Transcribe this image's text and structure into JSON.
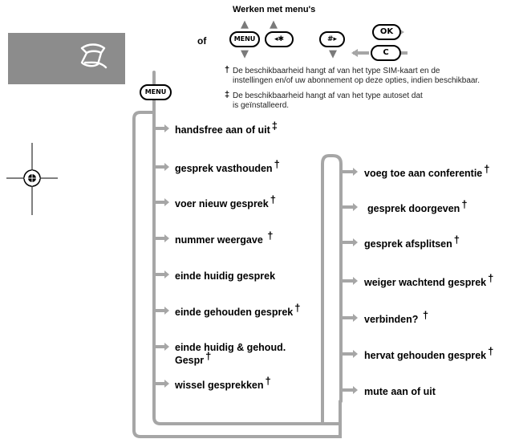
{
  "header": {
    "title": "Werken met menu's",
    "or_word": "of"
  },
  "keys": {
    "menu": "MENU",
    "star": "◂✱",
    "hash": "#▸",
    "ok": "OK",
    "c": "C",
    "menu_main": "MENU"
  },
  "notes": {
    "dagger_symbol": "†",
    "dagger_line1": "De beschikbaarheid hangt af van het type SIM-kaart en de",
    "dagger_line2": "instellingen en/of uw abonnement op deze opties, indien beschikbaar.",
    "ddagger_symbol": "‡",
    "ddagger_line1": "De beschikbaarheid hangt af van het type autoset dat",
    "ddagger_line2": "is geïnstalleerd."
  },
  "menu_left": [
    {
      "label": "handsfree aan of uit",
      "mark": "‡"
    },
    {
      "label": "gesprek vasthouden",
      "mark": "†"
    },
    {
      "label": "voer nieuw gesprek",
      "mark": "†"
    },
    {
      "label": "nummer weergave ",
      "mark": "†"
    },
    {
      "label": "einde huidig gesprek",
      "mark": ""
    },
    {
      "label": "einde gehouden gesprek",
      "mark": "†"
    },
    {
      "label": "einde huidig & gehoud.",
      "label2": "Gespr",
      "mark": "†"
    },
    {
      "label": "wissel gesprekken",
      "mark": "†"
    }
  ],
  "menu_right": [
    {
      "label": "voeg toe aan conferentie",
      "mark": "†"
    },
    {
      "label": "gesprek doorgeven",
      "mark": "†"
    },
    {
      "label": "gesprek afsplitsen",
      "mark": "†"
    },
    {
      "label": "weiger wachtend gesprek",
      "mark": "†"
    },
    {
      "label": "verbinden? ",
      "mark": "†"
    },
    {
      "label": "hervat gehouden gesprek",
      "mark": "†"
    },
    {
      "label": "mute aan of uit",
      "mark": ""
    }
  ],
  "icons": {
    "handset": "phone-handset-icon",
    "crosshair": "registration-mark-icon"
  },
  "colors": {
    "tab": "#8c8c8c",
    "connector": "#a6a6a6",
    "arrow": "#7a7a7a"
  }
}
